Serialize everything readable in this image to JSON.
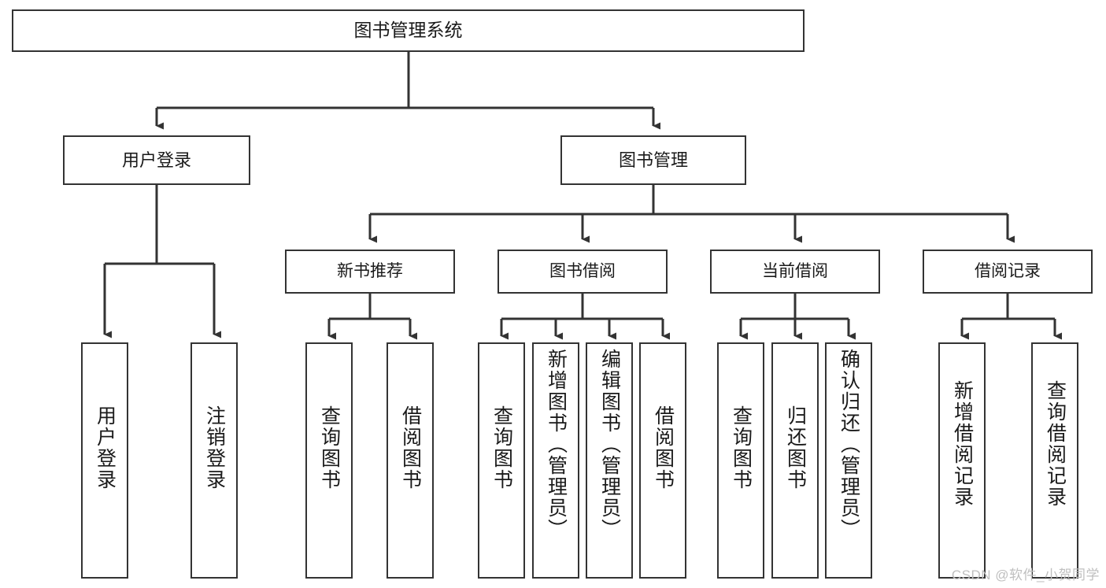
{
  "diagram": {
    "title": "图书管理系统",
    "type": "tree",
    "colors": {
      "box_border": "#333333",
      "box_fill": "#ffffff",
      "edge": "#333333",
      "text": "#1a1a1a",
      "watermark": "#bfbfbf"
    },
    "watermark": "CSDN @软件_小贺同学"
  },
  "nodes": {
    "root": {
      "label": "图书管理系统"
    },
    "level2": [
      {
        "id": "user-login",
        "label": "用户登录"
      },
      {
        "id": "book-manage",
        "label": "图书管理"
      }
    ],
    "level3": [
      {
        "id": "new-book-recommend",
        "label": "新书推荐"
      },
      {
        "id": "book-borrow",
        "label": "图书借阅"
      },
      {
        "id": "current-borrow",
        "label": "当前借阅"
      },
      {
        "id": "borrow-record",
        "label": "借阅记录"
      }
    ],
    "leaves": {
      "user-login": [
        {
          "id": "leaf-user-login",
          "label": "用户登录"
        },
        {
          "id": "leaf-logout",
          "label": "注销登录"
        }
      ],
      "new-book-recommend": [
        {
          "id": "leaf-query-book-1",
          "label": "查询图书"
        },
        {
          "id": "leaf-borrow-book-1",
          "label": "借阅图书"
        }
      ],
      "book-borrow": [
        {
          "id": "leaf-query-book-2",
          "label": "查询图书"
        },
        {
          "id": "leaf-add-book",
          "label": "新增图书（管理员）"
        },
        {
          "id": "leaf-edit-book",
          "label": "编辑图书（管理员）"
        },
        {
          "id": "leaf-borrow-book-2",
          "label": "借阅图书"
        }
      ],
      "current-borrow": [
        {
          "id": "leaf-query-book-3",
          "label": "查询图书"
        },
        {
          "id": "leaf-return-book",
          "label": "归还图书"
        },
        {
          "id": "leaf-confirm-return",
          "label": "确认归还（管理员）"
        }
      ],
      "borrow-record": [
        {
          "id": "leaf-add-record",
          "label": "新增借阅记录"
        },
        {
          "id": "leaf-query-record",
          "label": "查询借阅记录"
        }
      ]
    }
  }
}
